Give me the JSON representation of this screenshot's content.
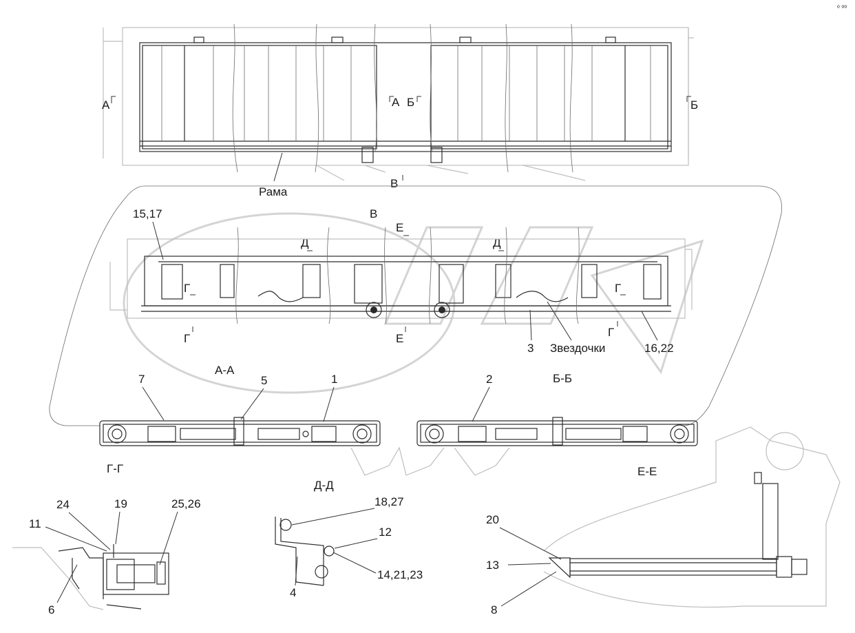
{
  "labels": {
    "section_a_top": "А",
    "section_a_mid": "А",
    "section_b_mid": "Б",
    "section_b_right": "Б",
    "view_v_top": "В",
    "view_v_title": "В",
    "e_top": "Е",
    "e_bottom": "Е",
    "d_left": "Д",
    "d_right": "Д",
    "g_left_top": "Г",
    "g_left_bottom": "Г",
    "g_right_top": "Г",
    "g_right_bottom": "Г",
    "frame": "Рама",
    "sprockets": "Звездочки",
    "section_aa": "А-А",
    "section_bb": "Б-Б",
    "section_gg": "Г-Г",
    "section_dd": "Д-Д",
    "section_ee": "Е-Е"
  },
  "callouts": {
    "c15_17": "15,17",
    "c16_22": "16,22",
    "c3": "3",
    "c7": "7",
    "c5": "5",
    "c1": "1",
    "c2": "2",
    "c24": "24",
    "c19": "19",
    "c25_26": "25,26",
    "c11": "11",
    "c6": "6",
    "c18_27": "18,27",
    "c12": "12",
    "c14_21_23": "14,21,23",
    "c4": "4",
    "c20": "20",
    "c13": "13",
    "c8": "8"
  },
  "corner_mark": "ᵒ ᵒᵒ"
}
